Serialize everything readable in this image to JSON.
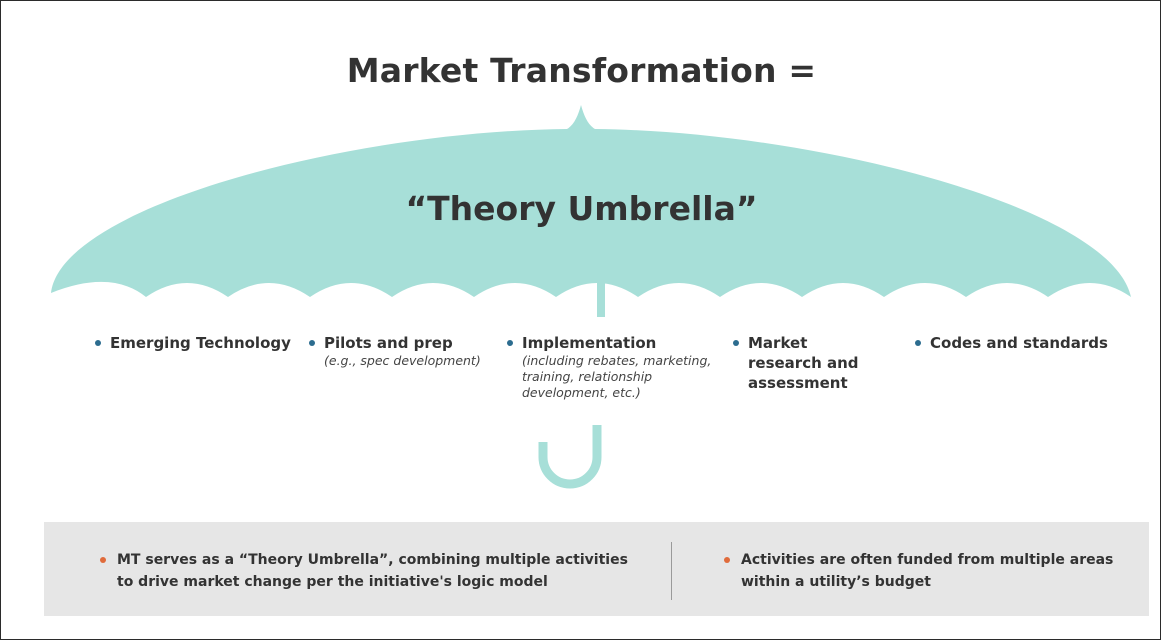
{
  "title": "Market Transformation =",
  "umbrella": {
    "label": "“Theory Umbrella”",
    "color": "#a7dfd8"
  },
  "activities": [
    {
      "label": "Emerging Technology",
      "sub": ""
    },
    {
      "label": "Pilots and prep",
      "sub": "(e.g., spec development)"
    },
    {
      "label": "Implementation",
      "sub": "(including rebates, marketing, training, relationship development, etc.)"
    },
    {
      "label": "Market research and assessment",
      "sub": ""
    },
    {
      "label": "Codes and standards",
      "sub": ""
    }
  ],
  "notes": [
    {
      "text": "MT serves as a “Theory Umbrella”, combining multiple activities to drive market change per the initiative's logic model"
    },
    {
      "text": "Activities are often funded from multiple areas within a utility’s budget"
    }
  ],
  "colors": {
    "activity_bullet": "#2c6c8f",
    "note_bullet": "#e06b3b",
    "note_box": "#e6e6e6"
  }
}
